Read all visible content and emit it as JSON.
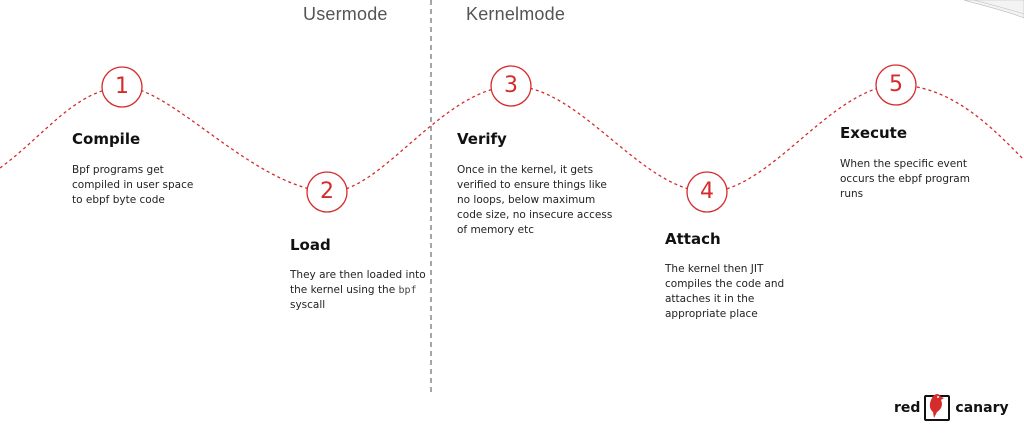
{
  "sections": {
    "user": "Usermode",
    "kernel": "Kernelmode"
  },
  "steps": [
    {
      "number": "1",
      "title": "Compile",
      "desc_lines": [
        "Bpf programs get",
        "compiled in user space",
        "to ebpf byte code"
      ]
    },
    {
      "number": "2",
      "title": "Load",
      "desc_lines": [
        "They are then loaded into",
        "the kernel using the "
      ],
      "desc_code": "bpf",
      "desc_tail": "syscall"
    },
    {
      "number": "3",
      "title": "Verify",
      "desc_lines": [
        "Once in the kernel, it gets",
        "verified to ensure things like",
        "no loops, below maximum",
        "code size, no insecure access",
        "of memory etc"
      ]
    },
    {
      "number": "4",
      "title": "Attach",
      "desc_lines": [
        "The kernel then JIT",
        "compiles the code and",
        "attaches it in the",
        "appropriate place"
      ]
    },
    {
      "number": "5",
      "title": "Execute",
      "desc_lines": [
        "When the specific event",
        "occurs the ebpf program",
        "runs"
      ]
    }
  ],
  "logo": {
    "left_word": "red",
    "right_word": "canary"
  },
  "colors": {
    "accent": "#d52b2b",
    "divider": "#888888",
    "text": "#111111"
  }
}
